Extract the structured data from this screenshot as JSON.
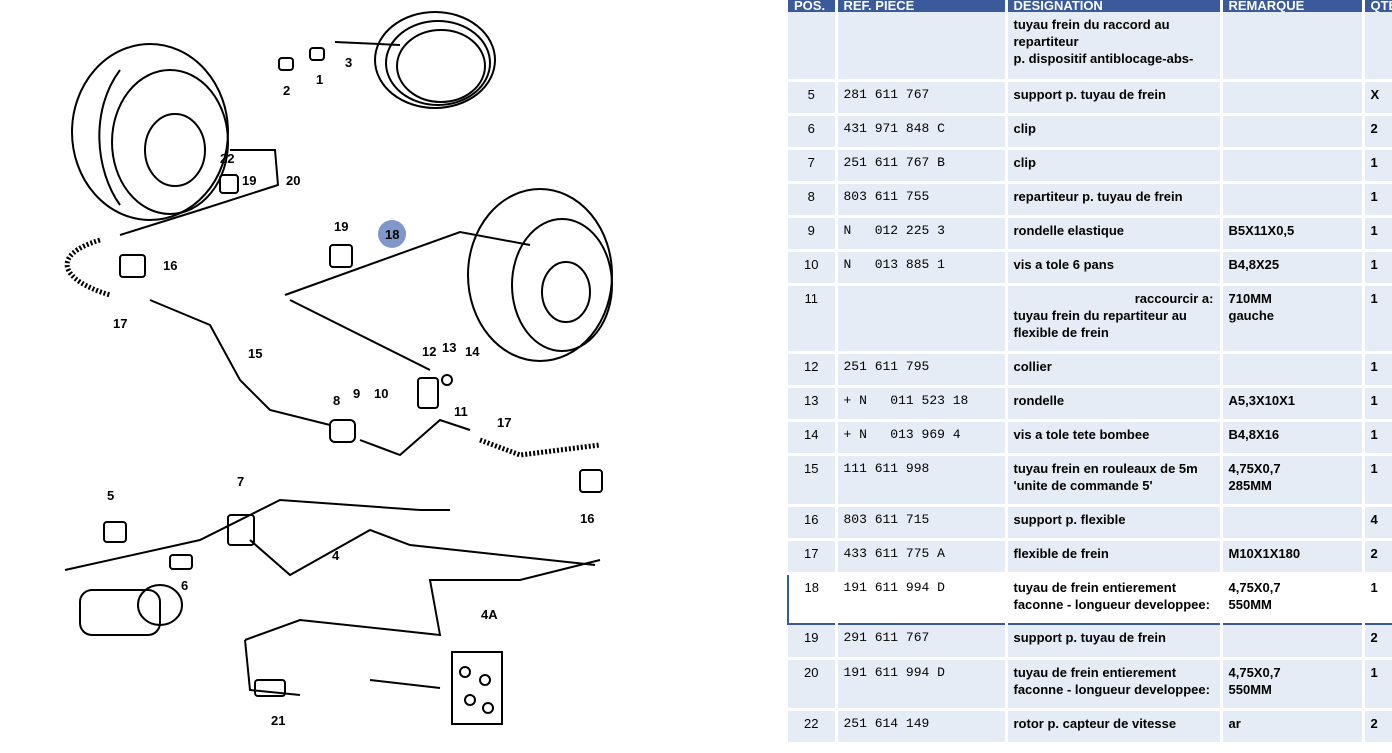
{
  "table": {
    "headers": {
      "pos": "POS.",
      "ref": "REF. PIECE",
      "des": "DESIGNATION",
      "rem": "REMARQUE",
      "qte": "QTE"
    },
    "rows": [
      {
        "pos": "",
        "ref": "",
        "des": [
          "tuyau frein du raccord au",
          "repartiteur",
          "p. dispositif antiblocage-abs-"
        ],
        "rem": [],
        "qte": ""
      },
      {
        "pos": "5",
        "ref": "281 611 767",
        "des": [
          "support p. tuyau de frein"
        ],
        "rem": [],
        "qte": "X"
      },
      {
        "pos": "6",
        "ref": "431 971 848 C",
        "des": [
          "clip"
        ],
        "rem": [],
        "qte": "2"
      },
      {
        "pos": "7",
        "ref": "251 611 767 B",
        "des": [
          "clip"
        ],
        "rem": [],
        "qte": "1"
      },
      {
        "pos": "8",
        "ref": "803 611 755",
        "des": [
          "repartiteur p. tuyau de frein"
        ],
        "rem": [],
        "qte": "1"
      },
      {
        "pos": "9",
        "ref": "N   012 225 3",
        "des": [
          "rondelle elastique"
        ],
        "rem": [
          "B5X11X0,5"
        ],
        "qte": "1"
      },
      {
        "pos": "10",
        "ref": "N   013 885 1",
        "des": [
          "vis a tole 6 pans"
        ],
        "rem": [
          "B4,8X25"
        ],
        "qte": "1"
      },
      {
        "pos": "11",
        "ref": "",
        "des": [
          "raccourcir a:",
          "tuyau frein du repartiteur au",
          "flexible de frein"
        ],
        "rem": [
          "710MM",
          "gauche"
        ],
        "qte": "1"
      },
      {
        "pos": "12",
        "ref": "251 611 795",
        "des": [
          "collier"
        ],
        "rem": [],
        "qte": "1"
      },
      {
        "pos": "13",
        "ref": "+ N   011 523 18",
        "des": [
          "rondelle"
        ],
        "rem": [
          "A5,3X10X1"
        ],
        "qte": "1"
      },
      {
        "pos": "14",
        "ref": "+ N   013 969 4",
        "des": [
          "vis a tole tete bombee"
        ],
        "rem": [
          "B4,8X16"
        ],
        "qte": "1"
      },
      {
        "pos": "15",
        "ref": "111 611 998",
        "des": [
          "tuyau frein en rouleaux de 5m",
          "'unite de commande 5'"
        ],
        "rem": [
          "4,75X0,7",
          "285MM"
        ],
        "qte": "1"
      },
      {
        "pos": "16",
        "ref": "803 611 715",
        "des": [
          "support p. flexible"
        ],
        "rem": [],
        "qte": "4"
      },
      {
        "pos": "17",
        "ref": "433 611 775 A",
        "des": [
          "flexible de frein"
        ],
        "rem": [
          "M10X1X180"
        ],
        "qte": "2"
      },
      {
        "pos": "18",
        "ref": "191 611 994 D",
        "des": [
          "tuyau de frein entierement",
          "faconne - longueur developpee:"
        ],
        "rem": [
          "4,75X0,7",
          "550MM"
        ],
        "qte": "1"
      },
      {
        "pos": "19",
        "ref": "291 611 767",
        "des": [
          "support p. tuyau de frein"
        ],
        "rem": [],
        "qte": "2"
      },
      {
        "pos": "20",
        "ref": "191 611 994 D",
        "des": [
          "tuyau de frein entierement",
          "faconne - longueur developpee:"
        ],
        "rem": [
          "4,75X0,7",
          "550MM"
        ],
        "qte": "1"
      },
      {
        "pos": "22",
        "ref": "251 614 149",
        "des": [
          "rotor p. capteur de vitesse"
        ],
        "rem": [
          "ar"
        ],
        "qte": "2"
      }
    ],
    "selected_pos": "18",
    "selected_color": "#3a5a9c"
  },
  "diagram": {
    "callouts": [
      "1",
      "2",
      "3",
      "22",
      "19",
      "20",
      "16",
      "17",
      "15",
      "18",
      "19",
      "12",
      "13",
      "14",
      "8",
      "9",
      "10",
      "11",
      "17",
      "16",
      "5",
      "7",
      "6",
      "4",
      "4A",
      "21"
    ],
    "highlight": "18",
    "highlight_color": "#7f97c9"
  }
}
